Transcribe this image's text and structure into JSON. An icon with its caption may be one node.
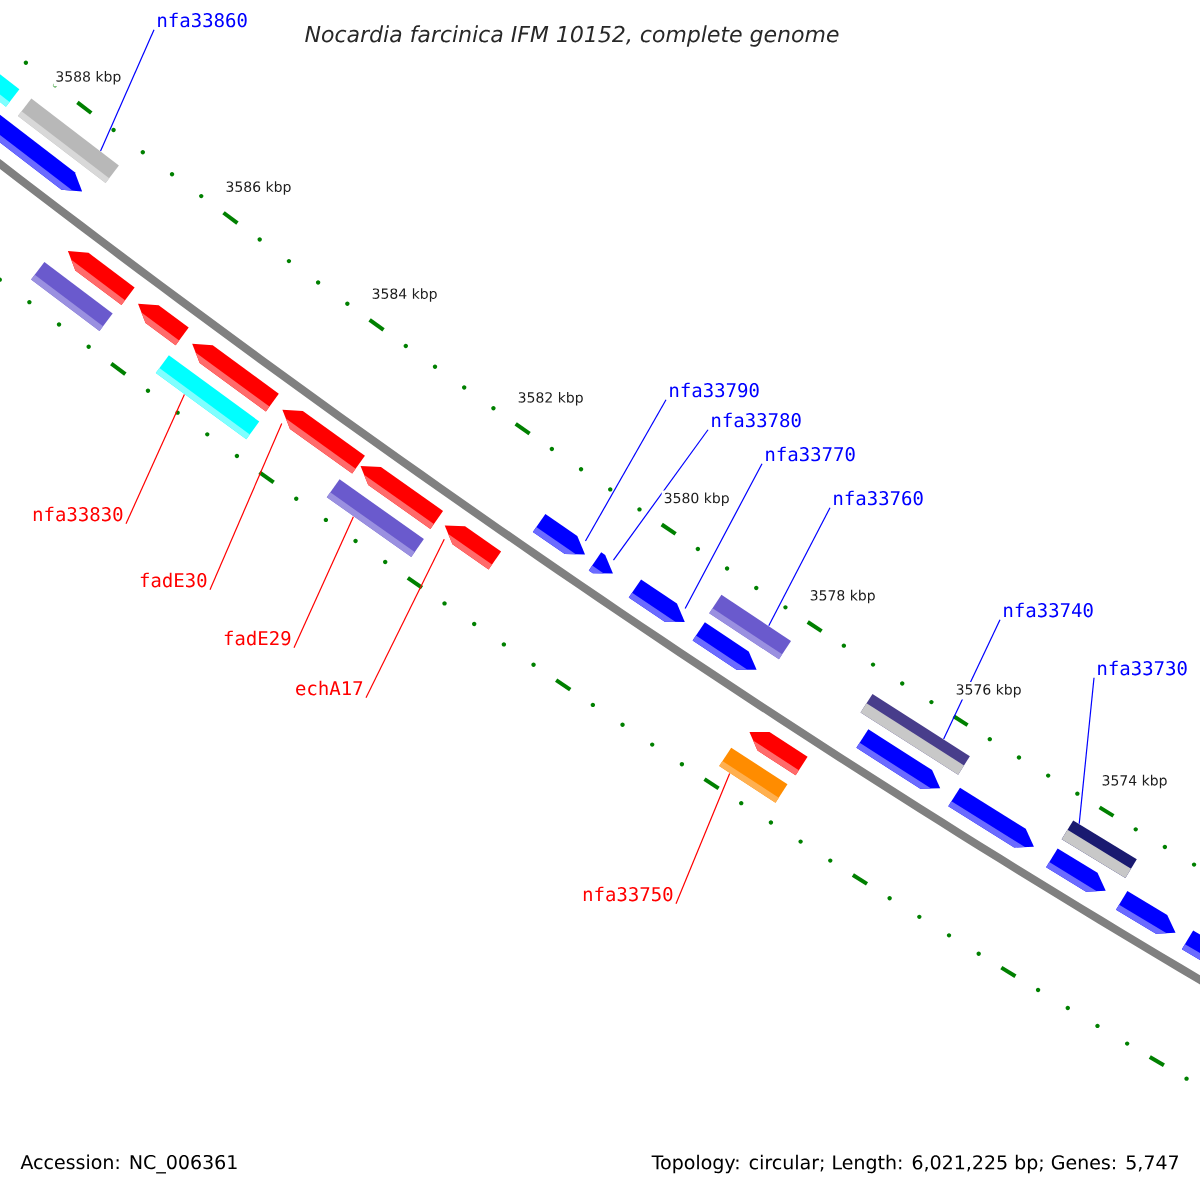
{
  "diagram": {
    "title": "Nocardia farcinica IFM 10152, complete genome",
    "nodes": [
      {
        "text": [
          "nfa33860"
        ]
      },
      {
        "text": [
          "nfa33830"
        ]
      },
      {
        "text": [
          "fadE30"
        ]
      },
      {
        "text": [
          "fadE29"
        ]
      },
      {
        "text": [
          "echA17"
        ]
      },
      {
        "text": [
          "nfa33790"
        ]
      },
      {
        "text": [
          "nfa33780"
        ]
      },
      {
        "text": [
          "nfa33770"
        ]
      },
      {
        "text": [
          "nfa33760"
        ]
      },
      {
        "text": [
          "nfa33740"
        ]
      },
      {
        "text": [
          "nfa33730"
        ]
      },
      {
        "text": [
          "nfa33750"
        ]
      },
      {
        "text": [],
        "shape": "bar"
      },
      {
        "text": [],
        "shape": "arrow"
      },
      {
        "text": [],
        "shape": "bar"
      },
      {
        "text": [],
        "shape": "bar"
      },
      {
        "text": [],
        "shape": "arrow"
      },
      {
        "text": [],
        "shape": "arrow"
      },
      {
        "text": [],
        "shape": "bar"
      },
      {
        "text": [],
        "shape": "arrow"
      },
      {
        "text": [],
        "shape": "arrow"
      },
      {
        "text": [],
        "shape": "bar"
      },
      {
        "text": [],
        "shape": "arrow"
      },
      {
        "text": [],
        "shape": "arrow"
      },
      {
        "text": [],
        "shape": "arrow"
      },
      {
        "text": [],
        "shape": "arrow"
      },
      {
        "text": [],
        "shape": "arrow"
      },
      {
        "text": [],
        "shape": "arrow"
      },
      {
        "text": [],
        "shape": "bar"
      },
      {
        "text": [],
        "shape": "bar"
      },
      {
        "text": [],
        "shape": "arrow"
      },
      {
        "text": [],
        "shape": "arrow"
      },
      {
        "text": [],
        "shape": "bar"
      },
      {
        "text": [],
        "shape": "arrow"
      },
      {
        "text": [],
        "shape": "arrow"
      },
      {
        "text": [],
        "shape": "bar"
      },
      {
        "text": [],
        "shape": "arrow"
      },
      {
        "text": [],
        "shape": "arrow"
      }
    ],
    "edges": [
      {
        "from": 0,
        "to": 14,
        "arrow": "none"
      },
      {
        "from": 1,
        "to": 18,
        "arrow": "none",
        "color": "#ff0000"
      },
      {
        "from": 2,
        "to": 20,
        "arrow": "none",
        "color": "#ff0000"
      },
      {
        "from": 3,
        "to": 21,
        "arrow": "none",
        "color": "#ff0000"
      },
      {
        "from": 4,
        "to": 23,
        "arrow": "none",
        "color": "#ff0000"
      },
      {
        "from": 5,
        "to": 24,
        "arrow": "none"
      },
      {
        "from": 6,
        "to": 25,
        "arrow": "none"
      },
      {
        "from": 7,
        "to": 26,
        "arrow": "none"
      },
      {
        "from": 8,
        "to": 28,
        "arrow": "none"
      },
      {
        "from": 9,
        "to": 32,
        "arrow": "none"
      },
      {
        "from": 10,
        "to": 35,
        "arrow": "none"
      },
      {
        "from": 11,
        "to": 29,
        "arrow": "none",
        "color": "#ff0000"
      }
    ],
    "labels": [
      "3588 kbp",
      "3586 kbp",
      "3584 kbp",
      "3582 kbp",
      "3580 kbp",
      "3578 kbp",
      "3576 kbp",
      "3574 kbp",
      "Accession: NC_006361",
      "Topology: circular; Length: 6,021,225 bp; Genes: 5,747"
    ]
  }
}
